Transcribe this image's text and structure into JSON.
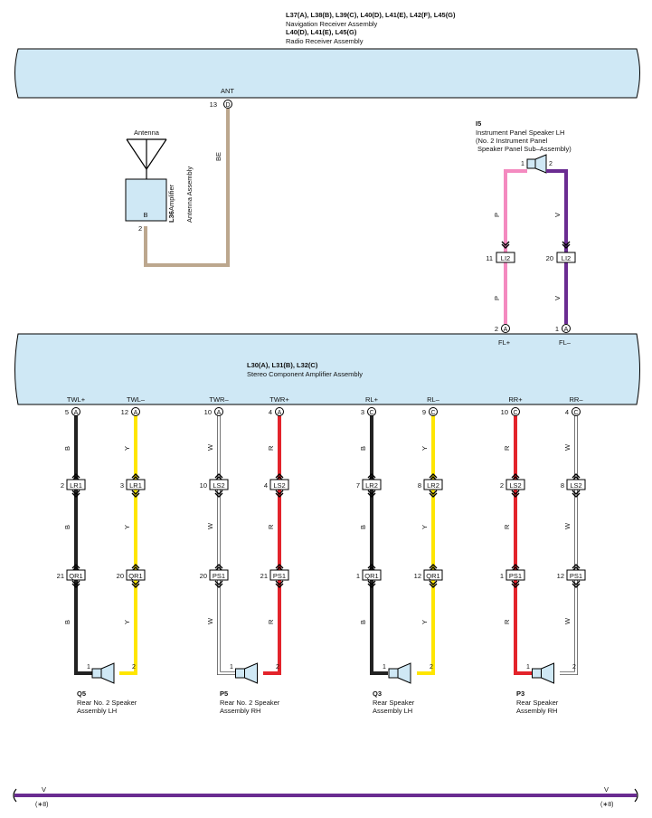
{
  "colors": {
    "assembly_fill": "#cfe8f5",
    "B": "#222222",
    "Y": "#ffe600",
    "W": "#ffffff",
    "R": "#e3232b",
    "P": "#f48ac0",
    "V": "#6a2c91",
    "BE": "#bca78e"
  },
  "nav_unit": {
    "codes": "L37(A), L38(B), L39(C), L40(D), L41(E), L42(F), L45(G)",
    "name": "Navigation Receiver Assembly",
    "codes2": "L40(D), L41(E), L45(G)",
    "name2": "Radio Receiver Assembly",
    "ant_label": "ANT",
    "ant_pin": "13",
    "ant_conn": "D"
  },
  "antenna": {
    "title": "Antenna",
    "code": "L36",
    "name1": "Amplifier",
    "name2": "Antenna Assembly",
    "box_label": "B",
    "pin": "2",
    "wire": "BE"
  },
  "ip_speaker": {
    "code": "I5",
    "line1": "Instrument Panel Speaker LH",
    "line2": "(No. 2 Instrument Panel",
    "line3": "Speaker Panel Sub–Assembly)",
    "pin1": "1",
    "pin2": "2",
    "wire_p": "P",
    "wire_v": "V",
    "conn": "LI2",
    "conn_pin_p": "11",
    "conn_pin_v": "20",
    "amp_pin_p": "2",
    "amp_pin_v": "1",
    "amp_conn": "A",
    "fl_plus": "FL+",
    "fl_minus": "FL–"
  },
  "amplifier": {
    "codes": "L30(A), L31(B), L32(C)",
    "name": "Stereo Component Amplifier Assembly"
  },
  "channels": [
    {
      "label": "TWL+",
      "pin": "5",
      "conn": "A",
      "wire": "B",
      "c1": "LR1",
      "c1pin": "2",
      "c2": "QR1",
      "c2pin": "21"
    },
    {
      "label": "TWL–",
      "pin": "12",
      "conn": "A",
      "wire": "Y",
      "c1": "LR1",
      "c1pin": "3",
      "c2": "QR1",
      "c2pin": "20"
    },
    {
      "label": "TWR–",
      "pin": "10",
      "conn": "A",
      "wire": "W",
      "c1": "LS2",
      "c1pin": "10",
      "c2": "PS1",
      "c2pin": "20"
    },
    {
      "label": "TWR+",
      "pin": "4",
      "conn": "A",
      "wire": "R",
      "c1": "LS2",
      "c1pin": "4",
      "c2": "PS1",
      "c2pin": "21"
    },
    {
      "label": "RL+",
      "pin": "3",
      "conn": "C",
      "wire": "B",
      "c1": "LR2",
      "c1pin": "7",
      "c2": "QR1",
      "c2pin": "1"
    },
    {
      "label": "RL–",
      "pin": "9",
      "conn": "C",
      "wire": "Y",
      "c1": "LR2",
      "c1pin": "8",
      "c2": "QR1",
      "c2pin": "12"
    },
    {
      "label": "RR+",
      "pin": "10",
      "conn": "C",
      "wire": "R",
      "c1": "LS2",
      "c1pin": "2",
      "c2": "PS1",
      "c2pin": "1"
    },
    {
      "label": "RR–",
      "pin": "4",
      "conn": "C",
      "wire": "W",
      "c1": "LS2",
      "c1pin": "8",
      "c2": "PS1",
      "c2pin": "12"
    }
  ],
  "speakers": [
    {
      "code": "Q5",
      "line1": "Rear No. 2 Speaker",
      "line2": "Assembly LH",
      "pin1": "1",
      "pin2": "2"
    },
    {
      "code": "P5",
      "line1": "Rear No. 2 Speaker",
      "line2": "Assembly RH",
      "pin1": "1",
      "pin2": "2"
    },
    {
      "code": "Q3",
      "line1": "Rear Speaker",
      "line2": "Assembly LH",
      "pin1": "1",
      "pin2": "2"
    },
    {
      "code": "P3",
      "line1": "Rear Speaker",
      "line2": "Assembly RH",
      "pin1": "1",
      "pin2": "2"
    }
  ],
  "bottom_bus": {
    "wire": "V",
    "ref": "(∗8)"
  }
}
